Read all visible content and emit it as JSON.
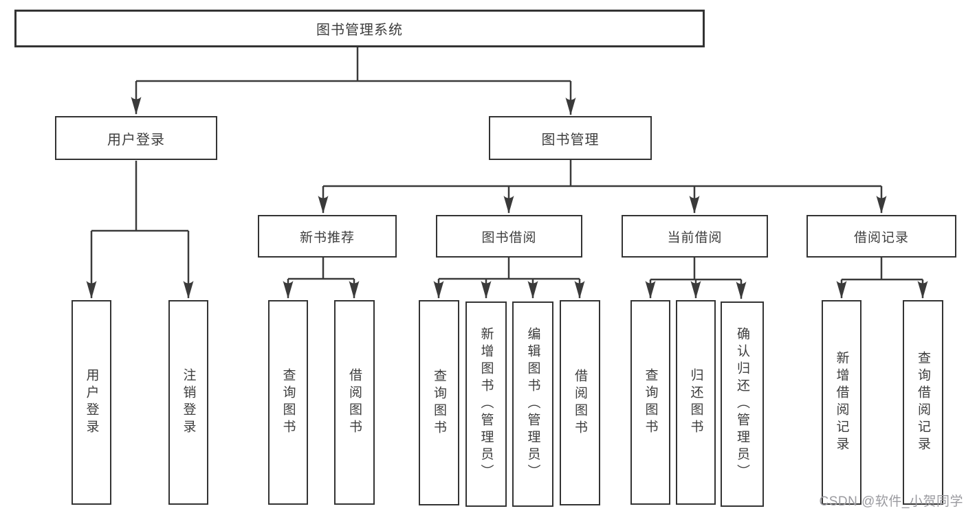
{
  "colors": {
    "line": "#3a3a3a",
    "border": "#333333",
    "text": "#3d3d3d",
    "watermark": "#9a9a9f",
    "box-bg": "#ffffff",
    "page-bg": "#ffffff"
  },
  "diagram_type": "hierarchy-tree",
  "tree": {
    "root": {
      "label": "图书管理系统"
    },
    "branches": [
      {
        "label": "用户登录",
        "children": [
          {
            "label": "用户登录"
          },
          {
            "label": "注销登录"
          }
        ]
      },
      {
        "label": "图书管理",
        "sections": [
          {
            "label": "新书推荐",
            "children": [
              {
                "label": "查询图书"
              },
              {
                "label": "借阅图书"
              }
            ]
          },
          {
            "label": "图书借阅",
            "children": [
              {
                "label": "查询图书"
              },
              {
                "label": "新增图书（管理员）"
              },
              {
                "label": "编辑图书（管理员）"
              },
              {
                "label": "借阅图书"
              }
            ]
          },
          {
            "label": "当前借阅",
            "children": [
              {
                "label": "查询图书"
              },
              {
                "label": "归还图书"
              },
              {
                "label": "确认归还（管理员）"
              }
            ]
          },
          {
            "label": "借阅记录",
            "children": [
              {
                "label": "新增借阅记录"
              },
              {
                "label": "查询借阅记录"
              }
            ]
          }
        ]
      }
    ]
  },
  "watermark": {
    "text": "CSDN @软件_小贺同学"
  }
}
